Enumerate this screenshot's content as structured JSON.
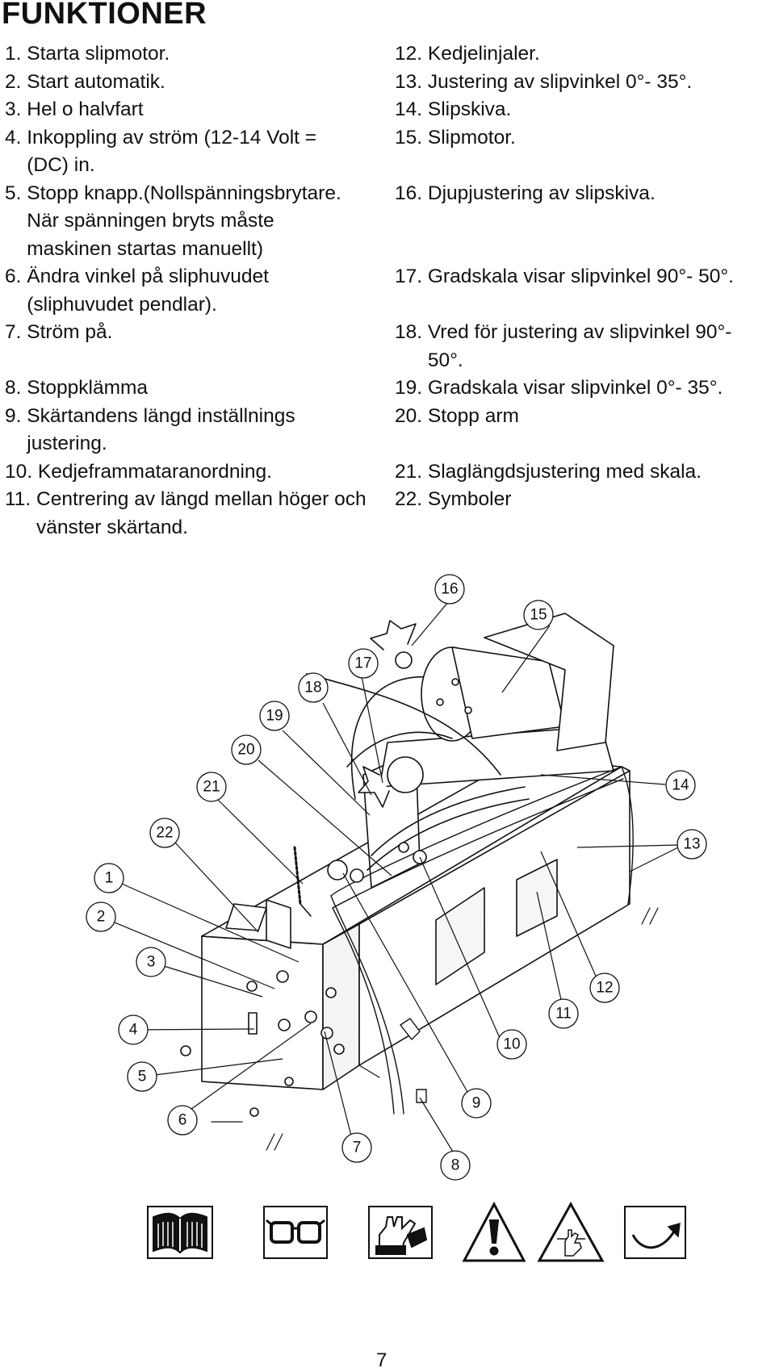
{
  "page": {
    "heading": "FUNKTIONER",
    "page_number": "7"
  },
  "functions_left": [
    {
      "num": "1. ",
      "text": "Starta slipmotor."
    },
    {
      "num": "2. ",
      "text": "Start automatik."
    },
    {
      "num": "3. ",
      "text": "Hel o halvfart"
    },
    {
      "num": "4. ",
      "text": "Inkoppling av ström (12-14 Volt =(DC) in."
    },
    {
      "num": "5. ",
      "text": "Stopp knapp.(Nollspänningsbrytare. När spänningen bryts måste maskinen startas manuellt)"
    },
    {
      "num": "6. ",
      "text": "Ändra vinkel på sliphuvudet (sliphuvudet pendlar)."
    },
    {
      "num": "7. ",
      "text": "Ström på."
    },
    {
      "num": "8. ",
      "text": "Stoppklämma"
    },
    {
      "num": "9. ",
      "text": "Skärtandens längd inställnings justering."
    },
    {
      "num": "10. ",
      "text": "Kedjeframmataranordning."
    },
    {
      "num": "11. ",
      "text": "Centrering av längd mellan höger och vänster skärtand."
    }
  ],
  "functions_right": [
    {
      "num": "12. ",
      "text": "Kedjelinjaler."
    },
    {
      "num": "13. ",
      "text": "Justering av slipvinkel 0°- 35°."
    },
    {
      "num": "14. ",
      "text": "Slipskiva."
    },
    {
      "num": "15. ",
      "text": "Slipmotor."
    },
    {
      "num": "16. ",
      "text": "Djupjustering av slipskiva."
    },
    {
      "num": "17. ",
      "text": "Gradskala visar slipvinkel 90°- 50°."
    },
    {
      "num": "18. ",
      "text": "Vred för justering av slipvinkel 90°- 50°."
    },
    {
      "num": "19. ",
      "text": "Gradskala visar slipvinkel 0°- 35°."
    },
    {
      "num": "20. ",
      "text": "Stopp arm"
    },
    {
      "num": "21. ",
      "text": "Slaglängdsjustering med skala."
    },
    {
      "num": "22. ",
      "text": "Symboler"
    }
  ],
  "callouts": {
    "c1": "1",
    "c2": "2",
    "c3": "3",
    "c4": "4",
    "c5": "5",
    "c6": "6",
    "c7": "7",
    "c8": "8",
    "c9": "9",
    "c10": "10",
    "c11": "11",
    "c12": "12",
    "c13": "13",
    "c14": "14",
    "c15": "15",
    "c16": "16",
    "c17": "17",
    "c18": "18",
    "c19": "19",
    "c20": "20",
    "c21": "21",
    "c22": "22"
  },
  "symbols": [
    {
      "icon": "read-manual-icon"
    },
    {
      "icon": "safety-glasses-icon"
    },
    {
      "icon": "protective-gloves-icon"
    },
    {
      "icon": "warning-icon"
    },
    {
      "icon": "hand-hazard-icon"
    },
    {
      "icon": "rotation-direction-icon"
    }
  ]
}
